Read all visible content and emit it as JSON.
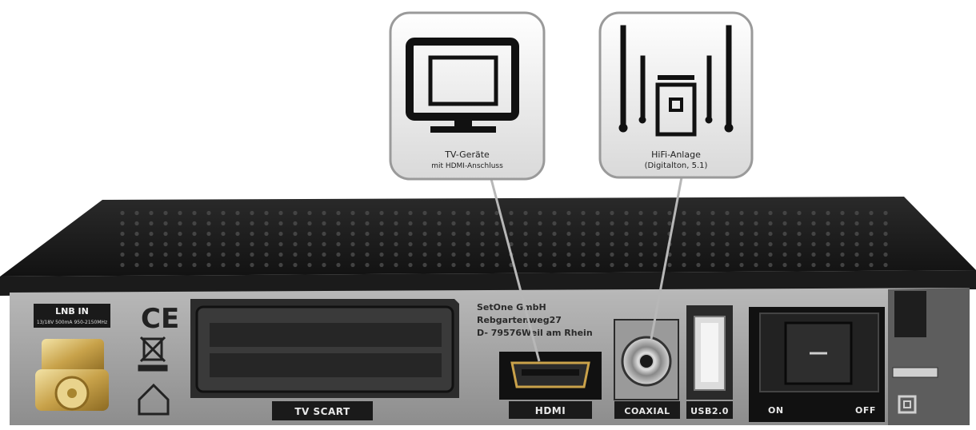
{
  "callouts": {
    "tv": {
      "line1": "TV-Geräte",
      "line2": "mit HDMI-Anschluss",
      "icon": "tv-monitor-icon"
    },
    "hifi": {
      "line1": "HiFi-Anlage",
      "line2": "(Digitalton, 5.1)",
      "icon": "hifi-speakers-icon"
    }
  },
  "receiver": {
    "lnb_label": "LNB IN",
    "lnb_sub": "13/18V 500mA 950-2150MHz",
    "scart_label": "TV SCART",
    "maker": {
      "line1": "SetOne GmbH",
      "line2": "Rebgartenweg27",
      "line3": "D- 79576Weil am Rhein"
    },
    "hdmi_label": "HDMI",
    "coax_label": "COAXIAL",
    "usb_label": "USB2.0",
    "switch_on": "ON",
    "switch_off": "OFF"
  }
}
